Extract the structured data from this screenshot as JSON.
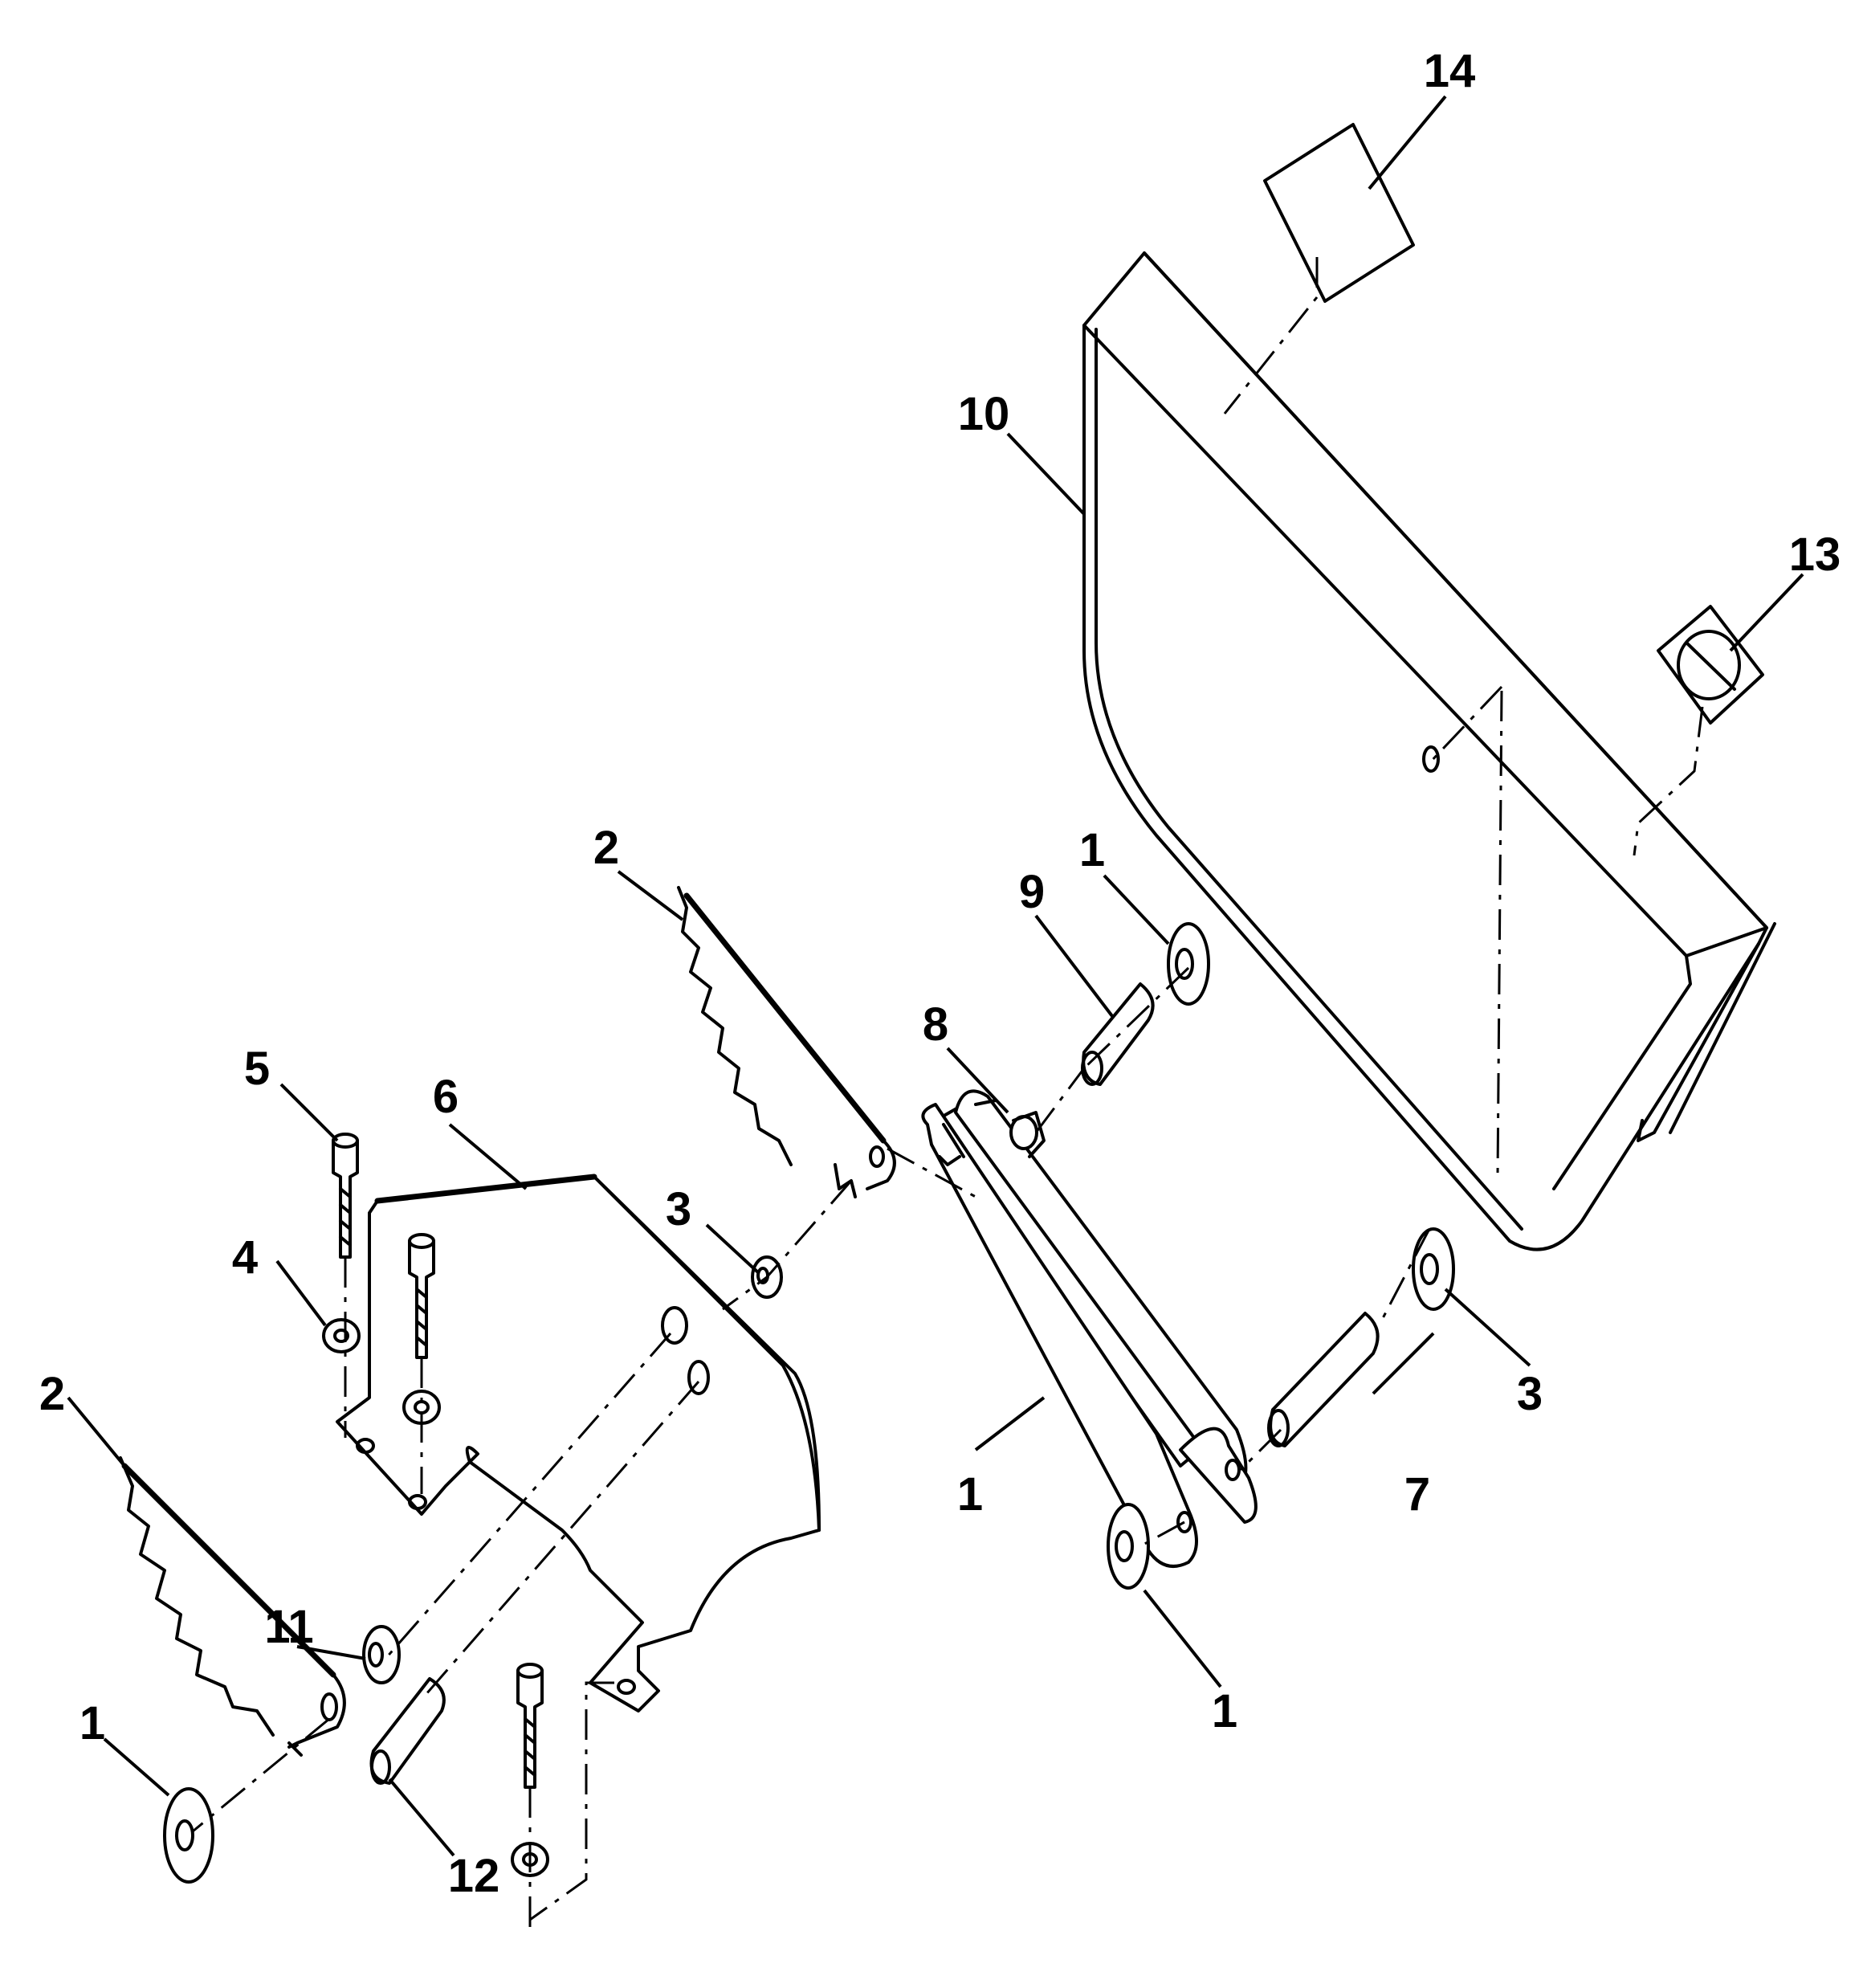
{
  "diagram": {
    "type": "exploded-parts-view",
    "callouts": [
      {
        "id": "c14",
        "label": "14"
      },
      {
        "id": "c10",
        "label": "10"
      },
      {
        "id": "c13",
        "label": "13"
      },
      {
        "id": "c2a",
        "label": "2"
      },
      {
        "id": "c1a",
        "label": "1"
      },
      {
        "id": "c9",
        "label": "9"
      },
      {
        "id": "c8",
        "label": "8"
      },
      {
        "id": "c5",
        "label": "5"
      },
      {
        "id": "c6",
        "label": "6"
      },
      {
        "id": "c3a",
        "label": "3"
      },
      {
        "id": "c4",
        "label": "4"
      },
      {
        "id": "c2b",
        "label": "2"
      },
      {
        "id": "c1b",
        "label": "1"
      },
      {
        "id": "c7",
        "label": "7"
      },
      {
        "id": "c11",
        "label": "11"
      },
      {
        "id": "c3b",
        "label": "3"
      },
      {
        "id": "c1c",
        "label": "1"
      },
      {
        "id": "c1d",
        "label": "1"
      },
      {
        "id": "c12",
        "label": "12"
      }
    ]
  }
}
